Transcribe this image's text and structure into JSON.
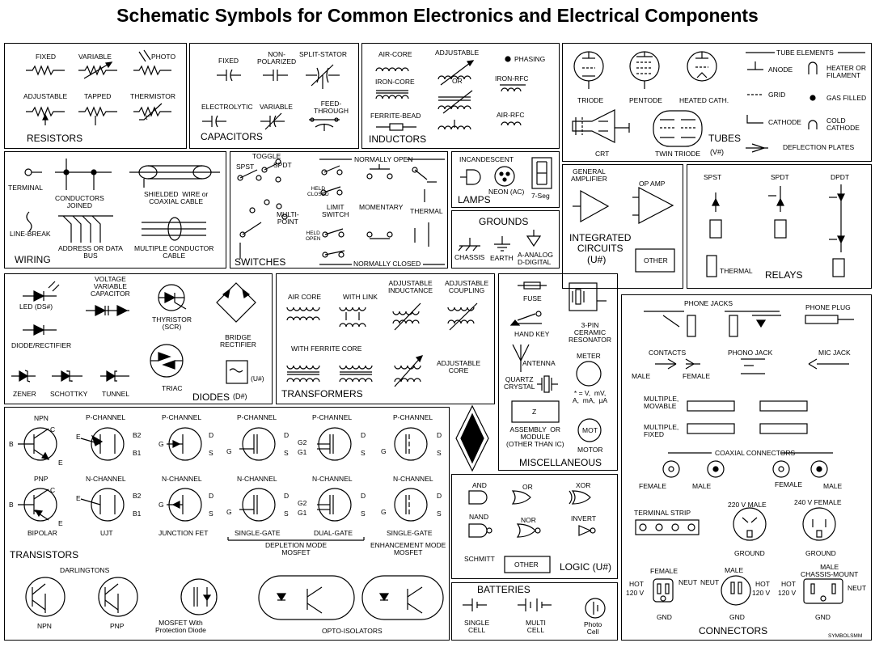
{
  "title": "Schematic Symbols for Common Electronics and Electrical Components",
  "sections": {
    "resistors": "RESISTORS",
    "capacitors": "CAPACITORS",
    "inductors": "INDUCTORS",
    "tubes": "TUBES",
    "tubes_ref": "(V#)",
    "wiring": "WIRING",
    "switches": "SWITCHES",
    "lamps": "LAMPS",
    "grounds": "GROUNDS",
    "integrated_circuits": "INTEGRATED\nCIRCUITS",
    "ic_ref": "(U#)",
    "relays": "RELAYS",
    "diodes": "DIODES",
    "diodes_ref": "(D#)",
    "transformers": "TRANSFORMERS",
    "miscellaneous": "MISCELLANEOUS",
    "transistors": "TRANSISTORS",
    "logic": "LOGIC (U#)",
    "batteries": "BATTERIES",
    "connectors": "CONNECTORS"
  },
  "labels": {
    "res_fixed": "FIXED",
    "res_variable": "VARIABLE",
    "res_photo": "PHOTO",
    "res_adjustable": "ADJUSTABLE",
    "res_tapped": "TAPPED",
    "res_thermistor": "THERMISTOR",
    "res_t": "t°",
    "cap_fixed": "FIXED",
    "cap_nonpol": "NON-\nPOLARIZED",
    "cap_split": "SPLIT-STATOR",
    "cap_electrolytic": "ELECTROLYTIC",
    "cap_variable": "VARIABLE",
    "cap_feed": "FEED-\nTHROUGH",
    "ind_aircore": "AIR-CORE",
    "ind_ironcore": "IRON-CORE",
    "ind_ferrite": "FERRITE-BEAD",
    "ind_adjustable": "ADJUSTABLE",
    "ind_or": "OR",
    "ind_phasing": "PHASING",
    "ind_ironrfc": "IRON-RFC",
    "ind_airrfc": "AIR-RFC",
    "tube_triode": "TRIODE",
    "tube_pentode": "PENTODE",
    "tube_heated": "HEATED CATH.",
    "tube_crt": "CRT",
    "tube_twin": "TWIN TRIODE",
    "tube_elements": "TUBE ELEMENTS",
    "tube_anode": "ANODE",
    "tube_heater": "HEATER OR\nFILAMENT",
    "tube_grid": "GRID",
    "tube_gas": "GAS FILLED",
    "tube_cathode": "CATHODE",
    "tube_cold": "COLD\nCATHODE",
    "tube_deflection": "DEFLECTION PLATES",
    "wir_terminal": "TERMINAL",
    "wir_conductors": "CONDUCTORS\nJOINED",
    "wir_shielded": "SHIELDED  WIRE or\nCOAXIAL CABLE",
    "wir_linebreak": "LINE-BREAK",
    "wir_address": "ADDRESS OR DATA\nBUS",
    "wir_multiple": "MULTIPLE CONDUCTOR\nCABLE",
    "sw_toggle": "TOGGLE",
    "sw_spst": "SPST",
    "sw_spdt": "SPDT",
    "sw_normally_open": "NORMALLY OPEN",
    "sw_held_closed": "HELD\nCLOSED",
    "sw_multipoint": "MULTI-\nPOINT",
    "sw_limit": "LIMIT\nSWITCH",
    "sw_momentary": "MOMENTARY",
    "sw_thermal": "THERMAL",
    "sw_held_open": "HELD\nOPEN",
    "sw_normally_closed": "NORMALLY CLOSED",
    "lamp_incandescent": "INCANDESCENT",
    "lamp_neon": "NEON (AC)",
    "lamp_7seg": "7-Seg",
    "gnd_chassis": "CHASSIS",
    "gnd_earth": "EARTH",
    "gnd_analog": "A-ANALOG\nD-DIGITAL",
    "ic_general": "GENERAL\nAMPLIFIER",
    "ic_opamp": "OP AMP",
    "ic_other": "OTHER",
    "rly_spst": "SPST",
    "rly_spdt": "SPDT",
    "rly_dpdt": "DPDT",
    "rly_thermal": "THERMAL",
    "d_led": "LED  (DS#)",
    "d_varactor": "VOLTAGE\nVARIABLE\nCAPACITOR",
    "d_thyristor": "THYRISTOR\n(SCR)",
    "d_bridge": "BRIDGE\nRECTIFIER",
    "d_rectifier": "DIODE/RECTIFIER",
    "d_zener": "ZENER",
    "d_schottky": "SCHOTTKY",
    "d_tunnel": "TUNNEL",
    "d_triac": "TRIAC",
    "d_u": "(U#)",
    "tr_air": "AIR CORE",
    "tr_link": "WITH LINK",
    "tr_adj_ind": "ADJUSTABLE\nINDUCTANCE",
    "tr_adj_coup": "ADJUSTABLE\nCOUPLING",
    "tr_ferrite": "WITH FERRITE CORE",
    "tr_adj_core": "ADJUSTABLE\nCORE",
    "m_fuse": "FUSE",
    "m_handkey": "HAND KEY",
    "m_resonator": "3-PIN\nCERAMIC\nRESONATOR",
    "m_antenna": "ANTENNA",
    "m_meter": "METER",
    "m_crystal": "QUARTZ\nCRYSTAL",
    "m_units": "* = V,  mV,\nA,  mA,  µA",
    "m_z": "Z",
    "m_assembly": "ASSEMBLY  OR\nMODULE\n(OTHER THAN IC)",
    "m_mot": "MOT",
    "m_motor": "MOTOR",
    "t_npn": "NPN",
    "t_pnp": "PNP",
    "t_bipolar": "BIPOLAR",
    "t_ujt": "UJT",
    "t_jfet": "JUNCTION FET",
    "t_pch": "P-CHANNEL",
    "t_nch": "N-CHANNEL",
    "t_single": "SINGLE-GATE",
    "t_dual": "DUAL-GATE",
    "t_depletion": "DEPLETION MODE\nMOSFET",
    "t_enhancement": "ENHANCEMENT MODE\nMOSFET",
    "t_darlingtons": "DARLINGTONS",
    "t_mosfet_diode": "MOSFET With\nProtection Diode",
    "t_opto": "OPTO-ISOLATORS",
    "t_b": "B",
    "t_c": "C",
    "t_e": "E",
    "t_b1": "B1",
    "t_b2": "B2",
    "t_g": "G",
    "t_d": "D",
    "t_s": "S",
    "t_g1": "G1",
    "t_g2": "G2",
    "l_and": "AND",
    "l_or": "OR",
    "l_xor": "XOR",
    "l_nand": "NAND",
    "l_nor": "NOR",
    "l_invert": "INVERT",
    "l_schmitt": "SCHMITT",
    "l_other": "OTHER",
    "b_single": "SINGLE\nCELL",
    "b_multi": "MULTI\nCELL",
    "b_photo": "Photo\nCell",
    "c_phone_jacks": "PHONE JACKS",
    "c_phone_plug": "PHONE PLUG",
    "c_contacts": "CONTACTS",
    "c_phono": "PHONO JACK",
    "c_mic": "MIC JACK",
    "c_male": "MALE",
    "c_female": "FEMALE",
    "c_mult_mov": "MULTIPLE,\nMOVABLE",
    "c_mult_fix": "MULTIPLE,\nFIXED",
    "c_coax": "COAXIAL CONNECTORS",
    "c_terminal": "TERMINAL STRIP",
    "c_220": "220 V MALE",
    "c_240": "240 V FEMALE",
    "c_ground": "GROUND",
    "c_chassis_mount": "MALE\nCHASSIS-MOUNT",
    "c_hot": "HOT",
    "c_120": "120  V",
    "c_neut": "NEUT",
    "c_gnd": "GND",
    "c_symbolsmm": "SYMBOLSMM"
  }
}
